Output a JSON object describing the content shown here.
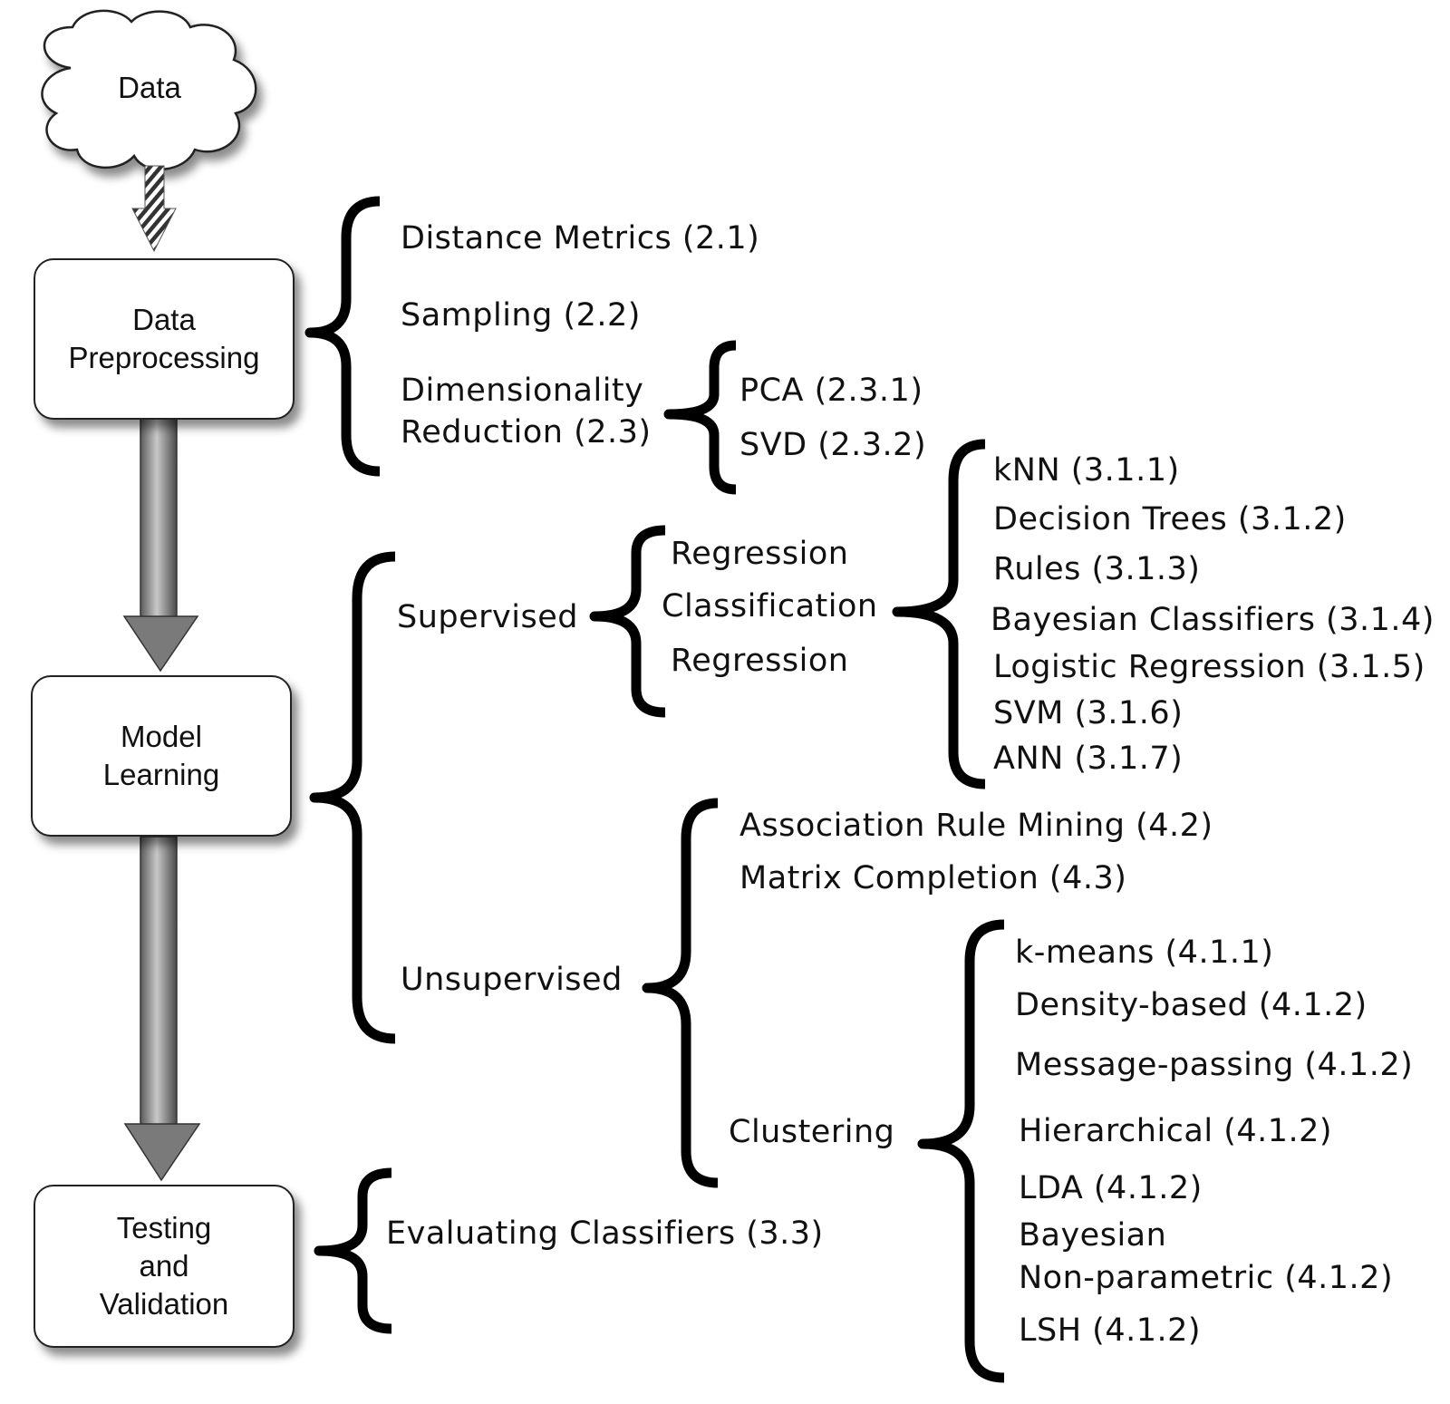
{
  "source": {
    "label": "Data"
  },
  "stages": [
    {
      "id": "preprocessing",
      "label": "Data\nPreprocessing"
    },
    {
      "id": "learning",
      "label": "Model\nLearning"
    },
    {
      "id": "testing",
      "label": "Testing\nand\nValidation"
    }
  ],
  "preprocessing": {
    "distance_metrics": "Distance Metrics (2.1)",
    "sampling": "Sampling (2.2)",
    "dim_reduction_line1": "Dimensionality",
    "dim_reduction_line2": "Reduction (2.3)",
    "pca": "PCA (2.3.1)",
    "svd": "SVD (2.3.2)"
  },
  "learning": {
    "supervised": "Supervised",
    "regression_top": "Regression",
    "classification": "Classification",
    "regression_bottom": "Regression",
    "classifiers": [
      "kNN (3.1.1)",
      "Decision Trees (3.1.2)",
      "Rules (3.1.3)",
      "Bayesian Classifiers (3.1.4)",
      "Logistic Regression (3.1.5)",
      "SVM (3.1.6)",
      "ANN (3.1.7)"
    ],
    "unsupervised": "Unsupervised",
    "association_rule_mining": "Association Rule Mining (4.2)",
    "matrix_completion": "Matrix Completion (4.3)",
    "clustering": "Clustering",
    "clustering_methods": [
      "k-means (4.1.1)",
      "Density-based (4.1.2)",
      "Message-passing (4.1.2)",
      "Hierarchical (4.1.2)",
      "LDA (4.1.2)",
      "Bayesian",
      "Non-parametric (4.1.2)",
      "LSH (4.1.2)"
    ]
  },
  "testing": {
    "evaluating_classifiers": "Evaluating Classifiers (3.3)"
  }
}
